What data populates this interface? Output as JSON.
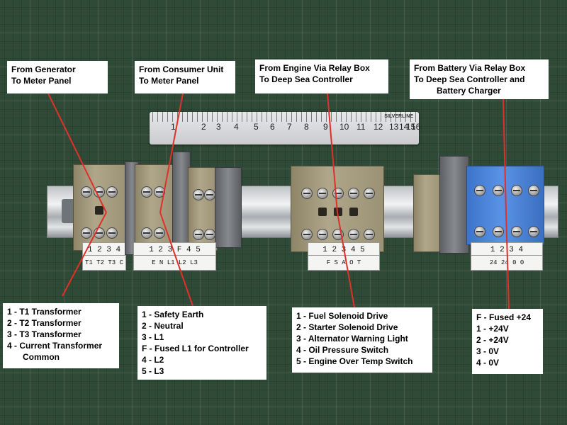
{
  "callouts": {
    "generator": {
      "line1": "From Generator",
      "line2": "To Meter Panel"
    },
    "consumer": {
      "line1": "From Consumer Unit",
      "line2": "To Meter Panel"
    },
    "engine": {
      "line1": "From Engine Via Relay Box",
      "line2": "To Deep Sea Controller"
    },
    "battery": {
      "line1": "From Battery Via Relay Box",
      "line2": "To Deep Sea Controller and",
      "line3": "Battery Charger"
    }
  },
  "legends": {
    "transformers": [
      "1 - T1 Transformer",
      "2 - T2 Transformer",
      "3 - T3 Transformer",
      "4 - Current Transformer",
      "Common"
    ],
    "mains": [
      "1 - Safety Earth",
      "2 - Neutral",
      "3 - L1",
      "F - Fused L1 for Controller",
      "4 - L2",
      "5 - L3"
    ],
    "engine": [
      "1 - Fuel Solenoid Drive",
      "2 - Starter Solenoid Drive",
      "3 - Alternator Warning Light",
      "4 - Oil Pressure Switch",
      "5 - Engine Over Temp Switch"
    ],
    "battery": [
      "F - Fused +24",
      "1 - +24V",
      "2 - +24V",
      "3 - 0V",
      "4 - 0V"
    ]
  },
  "ruler": {
    "numbers": [
      "1",
      "2",
      "3",
      "4",
      "5",
      "6",
      "7",
      "8",
      "9",
      "10",
      "11",
      "12",
      "13",
      "14",
      "15",
      "16"
    ],
    "brand": "SILVERLINE"
  },
  "terminal_tags": {
    "gen": "1 2 3 4",
    "gen_sub": "T1 T2 T3 C",
    "mains": "1 2 3 F 4 5",
    "mains_sub": "E N L1 L2 L3",
    "engine": "1 2 3 4 5",
    "engine_sub": "F S A O T",
    "batt": "1 2 3 4",
    "batt_sub": "24 24 0 0"
  },
  "colors": {
    "leader": "#e0302a",
    "mat": "#2f4a36",
    "beige": "#a99f82",
    "blue": "#4a85dc"
  }
}
